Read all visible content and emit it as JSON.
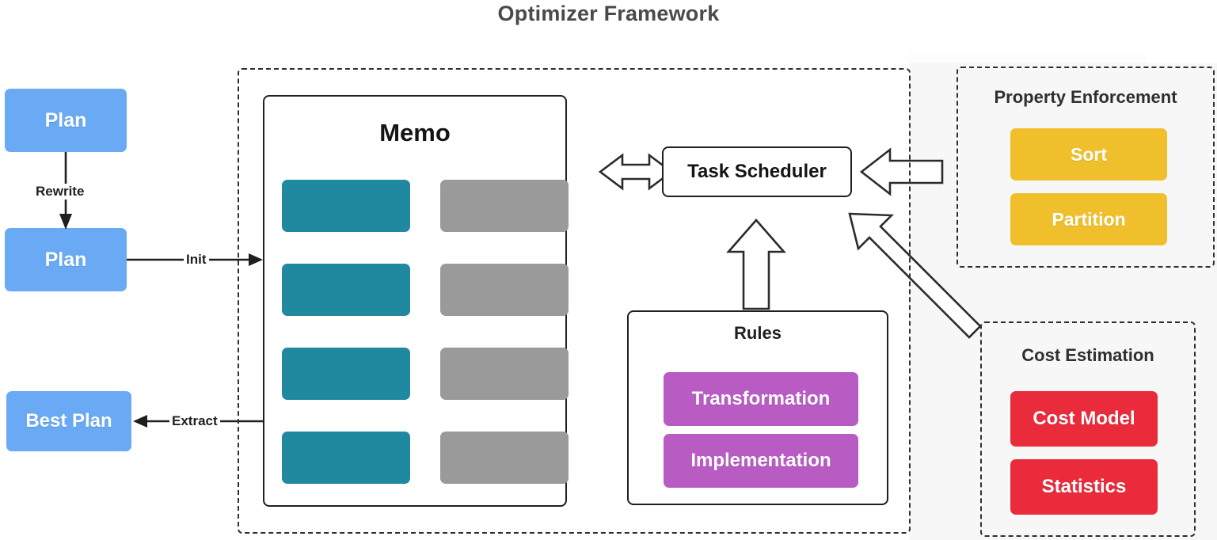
{
  "title": "Optimizer Framework",
  "colors": {
    "plan": "#6aa9f4",
    "memo_entry_teal": "#2089a0",
    "memo_entry_gray": "#9a9a9a",
    "rule": "#b85cc4",
    "property": "#f0c02c",
    "cost": "#ea2b3c",
    "outline": "#1f1f1f",
    "title_text": "#4a4a4a",
    "backdrop": "#f7f7f7"
  },
  "left_pipeline": {
    "plan_input_label": "Plan",
    "plan_rewritten_label": "Plan",
    "best_plan_label": "Best Plan",
    "edge_rewrite": "Rewrite",
    "edge_init": "Init",
    "edge_extract": "Extract"
  },
  "optimizer": {
    "memo": {
      "title": "Memo",
      "rows": [
        {
          "left": "",
          "right": ""
        },
        {
          "left": "",
          "right": ""
        },
        {
          "left": "",
          "right": ""
        },
        {
          "left": "",
          "right": ""
        }
      ],
      "row_count": 4
    },
    "task_scheduler": {
      "label": "Task Scheduler"
    },
    "rules": {
      "title": "Rules",
      "items": [
        {
          "label": "Transformation"
        },
        {
          "label": "Implementation"
        }
      ]
    }
  },
  "property_enforcement": {
    "title": "Property Enforcement",
    "items": [
      {
        "label": "Sort"
      },
      {
        "label": "Partition"
      }
    ]
  },
  "cost_estimation": {
    "title": "Cost Estimation",
    "items": [
      {
        "label": "Cost Model"
      },
      {
        "label": "Statistics"
      }
    ]
  },
  "connectors": {
    "memo_scheduler": "bidirectional-arrow",
    "rules_scheduler": "up-arrow",
    "property_scheduler": "left-arrow",
    "cost_scheduler": "diagonal-up-left-arrow",
    "plan_rewrite": "down-arrow",
    "plan_init": "right-arrow",
    "memo_extract": "left-arrow"
  }
}
